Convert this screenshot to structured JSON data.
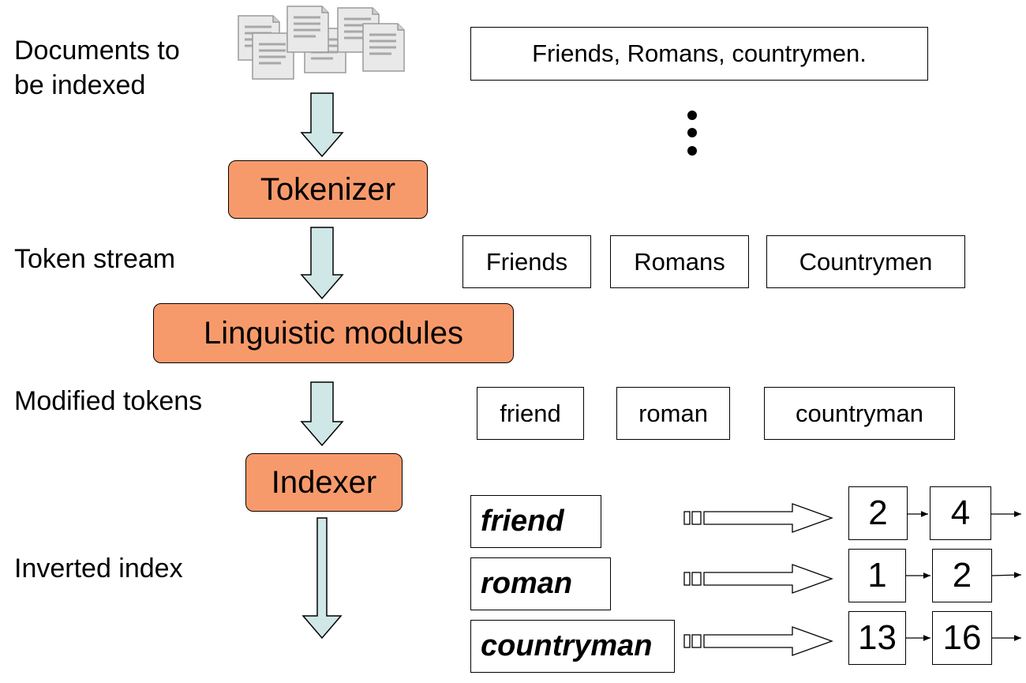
{
  "labels": {
    "documents_line1": "Documents to",
    "documents_line2": "be indexed",
    "token_stream": "Token stream",
    "modified_tokens": "Modified tokens",
    "inverted_index": "Inverted index"
  },
  "processors": {
    "tokenizer": "Tokenizer",
    "linguistic": "Linguistic modules",
    "indexer": "Indexer"
  },
  "sentence": "Friends, Romans, countrymen.",
  "tokens": [
    "Friends",
    "Romans",
    "Countrymen"
  ],
  "modified_tokens": [
    "friend",
    "roman",
    "countryman"
  ],
  "index": [
    {
      "term": "friend",
      "postings": [
        "2",
        "4"
      ]
    },
    {
      "term": "roman",
      "postings": [
        "1",
        "2"
      ]
    },
    {
      "term": "countryman",
      "postings": [
        "13",
        "16"
      ]
    }
  ],
  "colors": {
    "process_box": "#f79a6b",
    "flow_arrow": "#cfe7e6"
  },
  "icons": [
    "documents-icon",
    "ellipsis-icon"
  ]
}
